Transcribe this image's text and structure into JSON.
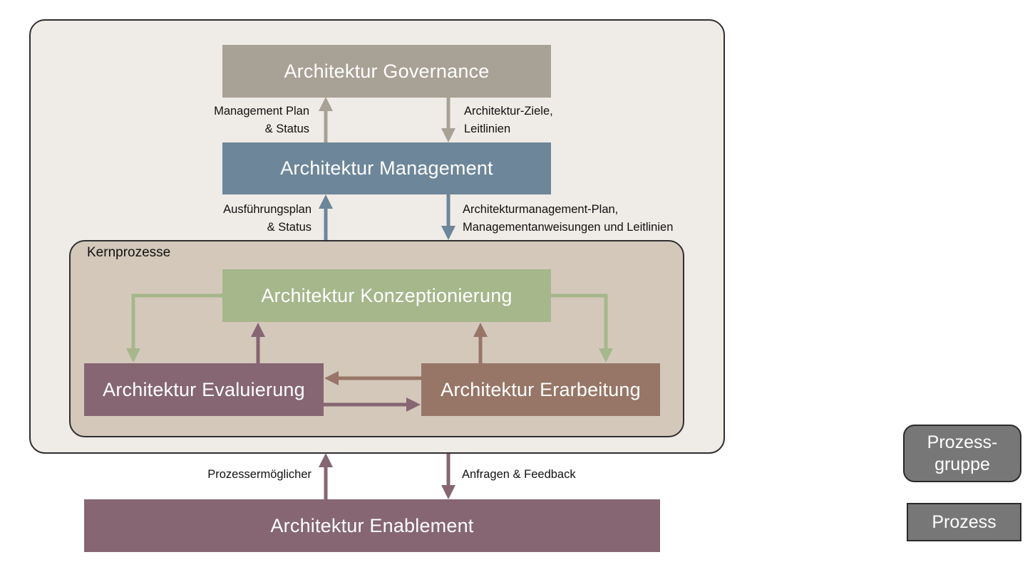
{
  "kernprozesse_label": "Kernprozesse",
  "boxes": {
    "governance": "Architektur Governance",
    "management": "Architektur Management",
    "konzeptionierung": "Architektur Konzeptionierung",
    "evaluierung": "Architektur Evaluierung",
    "erarbeitung": "Architektur Erarbeitung",
    "enablement": "Architektur Enablement"
  },
  "edge_labels": {
    "mgmt_to_gov": [
      "Management Plan",
      "& Status"
    ],
    "gov_to_mgmt": [
      "Architektur-Ziele,",
      "Leitlinien"
    ],
    "core_to_mgmt": [
      "Ausführungsplan",
      "& Status"
    ],
    "mgmt_to_core": [
      "Architekturmanagement-Plan,",
      "Managementanweisungen und Leitlinien"
    ],
    "enable_to_group": "Prozessermöglicher",
    "group_to_enable": "Anfragen & Feedback"
  },
  "legend": {
    "group_line1": "Prozess-",
    "group_line2": "gruppe",
    "process": "Prozess"
  },
  "colors": {
    "governance": "#a8a195",
    "management": "#6d8699",
    "konzeptionierung": "#a5b78b",
    "evaluierung": "#866673",
    "erarbeitung": "#977667",
    "enablement": "#866673",
    "legend": "#777777"
  }
}
